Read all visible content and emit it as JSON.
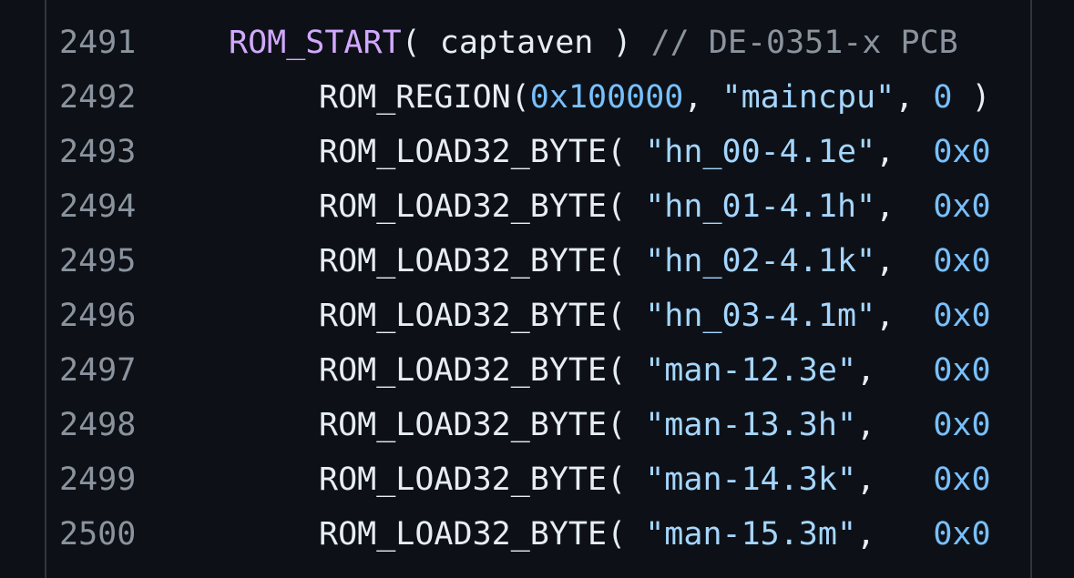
{
  "theme": {
    "background": "#0d1117",
    "border": "#30363d",
    "text": "#e6edf3",
    "line_number": "#8b949e",
    "macro": "#d2a8ff",
    "comment": "#8b949e",
    "string": "#a5d6ff",
    "number": "#79c0ff"
  },
  "lines": [
    {
      "number": "2491",
      "tokens": [
        {
          "text": "ROM_START",
          "type": "macro"
        },
        {
          "text": "( captaven ) ",
          "type": "plain"
        },
        {
          "text": "// DE-0351-x PCB",
          "type": "comment"
        }
      ]
    },
    {
      "number": "2492",
      "tokens": [
        {
          "text": "ROM_REGION(",
          "type": "plain"
        },
        {
          "text": "0x100000",
          "type": "number"
        },
        {
          "text": ", ",
          "type": "plain"
        },
        {
          "text": "\"maincpu\"",
          "type": "string"
        },
        {
          "text": ", ",
          "type": "plain"
        },
        {
          "text": "0",
          "type": "number"
        },
        {
          "text": " )",
          "type": "plain"
        }
      ]
    },
    {
      "number": "2493",
      "tokens": [
        {
          "text": "ROM_LOAD32_BYTE( ",
          "type": "plain"
        },
        {
          "text": "\"hn_00-4.1e\"",
          "type": "string"
        },
        {
          "text": ",  ",
          "type": "plain"
        },
        {
          "text": "0x0",
          "type": "number"
        }
      ]
    },
    {
      "number": "2494",
      "tokens": [
        {
          "text": "ROM_LOAD32_BYTE( ",
          "type": "plain"
        },
        {
          "text": "\"hn_01-4.1h\"",
          "type": "string"
        },
        {
          "text": ",  ",
          "type": "plain"
        },
        {
          "text": "0x0",
          "type": "number"
        }
      ]
    },
    {
      "number": "2495",
      "tokens": [
        {
          "text": "ROM_LOAD32_BYTE( ",
          "type": "plain"
        },
        {
          "text": "\"hn_02-4.1k\"",
          "type": "string"
        },
        {
          "text": ",  ",
          "type": "plain"
        },
        {
          "text": "0x0",
          "type": "number"
        }
      ]
    },
    {
      "number": "2496",
      "tokens": [
        {
          "text": "ROM_LOAD32_BYTE( ",
          "type": "plain"
        },
        {
          "text": "\"hn_03-4.1m\"",
          "type": "string"
        },
        {
          "text": ",  ",
          "type": "plain"
        },
        {
          "text": "0x0",
          "type": "number"
        }
      ]
    },
    {
      "number": "2497",
      "tokens": [
        {
          "text": "ROM_LOAD32_BYTE( ",
          "type": "plain"
        },
        {
          "text": "\"man-12.3e\"",
          "type": "string"
        },
        {
          "text": ",   ",
          "type": "plain"
        },
        {
          "text": "0x0",
          "type": "number"
        }
      ]
    },
    {
      "number": "2498",
      "tokens": [
        {
          "text": "ROM_LOAD32_BYTE( ",
          "type": "plain"
        },
        {
          "text": "\"man-13.3h\"",
          "type": "string"
        },
        {
          "text": ",   ",
          "type": "plain"
        },
        {
          "text": "0x0",
          "type": "number"
        }
      ]
    },
    {
      "number": "2499",
      "tokens": [
        {
          "text": "ROM_LOAD32_BYTE( ",
          "type": "plain"
        },
        {
          "text": "\"man-14.3k\"",
          "type": "string"
        },
        {
          "text": ",   ",
          "type": "plain"
        },
        {
          "text": "0x0",
          "type": "number"
        }
      ]
    },
    {
      "number": "2500",
      "tokens": [
        {
          "text": "ROM_LOAD32_BYTE( ",
          "type": "plain"
        },
        {
          "text": "\"man-15.3m\"",
          "type": "string"
        },
        {
          "text": ",   ",
          "type": "plain"
        },
        {
          "text": "0x0",
          "type": "number"
        }
      ]
    }
  ]
}
